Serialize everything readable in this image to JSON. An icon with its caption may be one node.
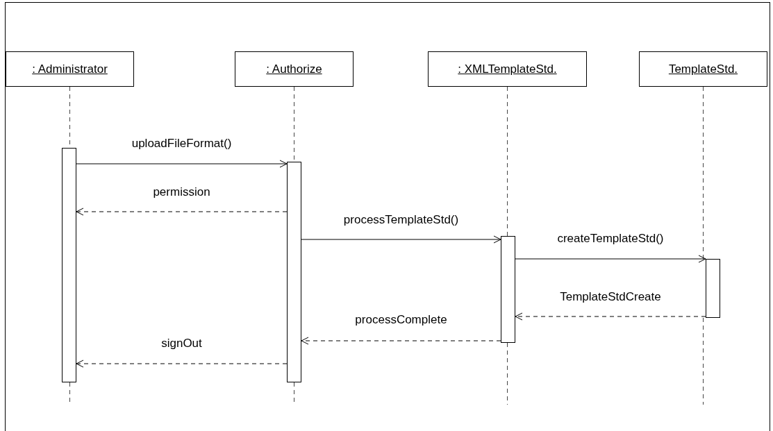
{
  "diagram": {
    "nodes": [
      {
        "text": [
          ": Administrator"
        ]
      },
      {
        "text": [
          ": Authorize"
        ]
      },
      {
        "text": [
          ": XMLTemplateStd."
        ]
      },
      {
        "text": [
          "TemplateStd."
        ]
      },
      {
        "text": [],
        "shape": "bar"
      },
      {
        "text": [],
        "shape": "bar"
      },
      {
        "text": [],
        "shape": "bar"
      },
      {
        "text": [],
        "shape": "bar"
      }
    ],
    "edges": [
      {
        "from": 0,
        "to": 4,
        "arrow": "none",
        "style": "dashed"
      },
      {
        "from": 1,
        "to": 5,
        "arrow": "none",
        "style": "dashed"
      },
      {
        "from": 2,
        "to": 6,
        "arrow": "none",
        "style": "dashed"
      },
      {
        "from": 3,
        "to": 7,
        "arrow": "none",
        "style": "dashed"
      },
      {
        "from": 4,
        "to": 5,
        "arrow": "to",
        "label": "uploadFileFormat()"
      },
      {
        "from": 5,
        "to": 4,
        "arrow": "to",
        "label": "permission",
        "style": "dashed"
      },
      {
        "from": 5,
        "to": 6,
        "arrow": "to",
        "label": "processTemplateStd()"
      },
      {
        "from": 6,
        "to": 7,
        "arrow": "to",
        "label": "createTemplateStd()"
      },
      {
        "from": 7,
        "to": 6,
        "arrow": "to",
        "label": "TemplateStdCreate",
        "style": "dashed"
      },
      {
        "from": 6,
        "to": 5,
        "arrow": "to",
        "label": "processComplete",
        "style": "dashed"
      },
      {
        "from": 5,
        "to": 4,
        "arrow": "to",
        "label": "signOut",
        "style": "dashed"
      }
    ]
  }
}
